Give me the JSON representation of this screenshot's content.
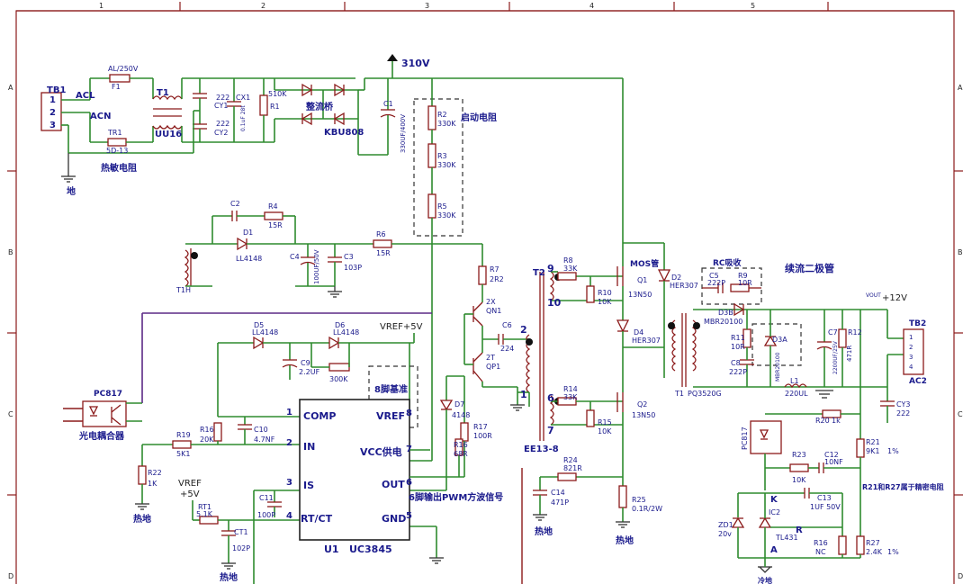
{
  "border": {
    "columns": [
      "1",
      "2",
      "3",
      "4",
      "5"
    ],
    "rows": [
      "A",
      "B",
      "C",
      "D"
    ]
  },
  "labels": {
    "tb1": "TB1",
    "tb1_p1": "1",
    "tb1_p2": "2",
    "tb1_p3": "3",
    "acl": "ACL",
    "acn": "ACN",
    "f1_val": "AL/250V",
    "f1": "F1",
    "t1": "T1",
    "uu16": "UU16",
    "tr1": "TR1",
    "tr1_val": "5D-13",
    "thermistor": "热敏电阻",
    "earth": "地",
    "cy1_val": "222",
    "cy1": "CY1",
    "cy2_val": "222",
    "cy2": "CY2",
    "cx1": "CX1",
    "cx1_val": "0.1uF 28t",
    "r1_val": "510K",
    "r1": "R1",
    "bridge": "整流桥",
    "kbu": "KBU808",
    "v310": "310V",
    "c1": "C1",
    "c1_val": "330UF/400V",
    "r2": "R2",
    "r2_val": "330K",
    "r3": "R3",
    "r3_val": "330K",
    "r5": "R5",
    "r5_val": "330K",
    "start_res": "启动电阻",
    "c2": "C2",
    "r4": "R4",
    "r4_val": "15R",
    "d1": "D1",
    "d1_val": "LL4148",
    "c4": "C4",
    "c4_val": "100UF/50V",
    "c3": "C3",
    "c3_val": "103P",
    "r6": "R6",
    "r6_val": "15R",
    "t1h": "T1H",
    "r7": "R7",
    "r7_val": "2R2",
    "qn1": "2X",
    "qn1_b": "QN1",
    "c6": "C6",
    "c6_val": "224",
    "qp1": "2T",
    "qp1_b": "QP1",
    "d7": "D7",
    "d7_val": "4148",
    "r17": "R17",
    "r17_val": "100R",
    "r16b": "R16",
    "r16b_val": "68R",
    "d5": "D5",
    "d5_val": "LL4148",
    "d6": "D6",
    "d6_val": "LL4148",
    "vref5": "VREF+5V",
    "c9": "C9",
    "c9_val": "2.2UF",
    "r300": "300K",
    "pin8_base": "8脚基准",
    "pc817": "PC817",
    "optocoupler": "光电耦合器",
    "r19": "R19",
    "r19_val": "5K1",
    "r16": "R16",
    "r16_val": "20K",
    "c10": "C10",
    "c10_val": "4.7NF",
    "r22": "R22",
    "r22_val": "1K",
    "hot_gnd": "热地",
    "vref_in": "VREF",
    "vref_in5": "+5V",
    "rt1": "RT1",
    "rt1_val": "5.1K",
    "ct1": "CT1",
    "ct1_val": "102P",
    "c11": "C11",
    "c11_val": "100P",
    "ic_comp": "COMP",
    "ic_in": "IN",
    "ic_is": "IS",
    "ic_rtct": "RT/CT",
    "ic_vref": "VREF",
    "ic_vcc": "VCC供电",
    "ic_out": "OUT",
    "ic_gnd": "GND",
    "p1": "1",
    "p2": "2",
    "p3": "3",
    "p4": "4",
    "p5": "5",
    "p6": "6",
    "p7": "7",
    "p8": "8",
    "u1": "U1",
    "uc3845": "UC3845",
    "pwm_note": "6脚输出PWM方波信号",
    "t2": "T2",
    "ee13": "EE13-8",
    "t2_9": "9",
    "t2_10": "10",
    "t2_2": "2",
    "t2_1": "1",
    "t2_6": "6",
    "t2_7": "7",
    "r8": "R8",
    "r8_val": "33K",
    "r10": "R10",
    "r10_val": "10K",
    "mos": "MOS管",
    "q1": "Q1",
    "q1_val": "13N50",
    "d2": "D2",
    "d2_val": "HER307",
    "d4": "D4",
    "d4_val": "HER307",
    "r14": "R14",
    "r14_val": "33K",
    "r15": "R15",
    "r15_val": "10K",
    "q2": "Q2",
    "q2_val": "13N50",
    "r24": "R24",
    "r24_val": "821R",
    "c14": "C14",
    "c14_val": "471P",
    "r25": "R25",
    "r25_val": "0.1R/2W",
    "t1b": "T1",
    "pq": "PQ3520G",
    "rc_abs": "RC吸收",
    "c5": "C5",
    "c5_val": "222P",
    "r9": "R9",
    "r9_val": "10R",
    "d3b": "D3B",
    "d3b_val": "MBR20100",
    "freewheel": "续流二极管",
    "vout": "VOUT",
    "v12": "+12V",
    "r11": "R11",
    "r11_val": "10R",
    "d3a": "D3A",
    "d3a_val": "MBR20100",
    "c8": "C8",
    "c8_val": "222P",
    "c7": "C7",
    "c7_val": "2200UF/25V",
    "r12": "R12",
    "r12_val": "471R",
    "l1": "L1",
    "l1_val": "220UL",
    "tb2": "TB2",
    "ac2": "AC2",
    "tb2_1": "1",
    "tb2_2": "2",
    "tb2_3": "3",
    "tb2_4": "4",
    "cy3": "CY3",
    "cy3_val": "222",
    "pc817b": "PC817",
    "r20": "R20",
    "r20_val": "1k",
    "r21": "R21",
    "r21_val": "9K1",
    "pct1": "1%",
    "r23": "R23",
    "r23_val": "10K",
    "c12": "C12",
    "c12_val": "10NF",
    "r21r27_note": "R21和R27属于精密电阻",
    "k": "K",
    "c13": "C13",
    "c13_val": "1UF  50V",
    "ic2": "IC2",
    "zd1": "ZD1",
    "zd1_val": "20v",
    "tl431": "TL431",
    "r_pin": "R",
    "a_pin": "A",
    "r16c": "R16",
    "r16c_val": "NC",
    "r27": "R27",
    "r27_val": "2.4K",
    "pct2": "1%",
    "cold_gnd": "冷地"
  }
}
